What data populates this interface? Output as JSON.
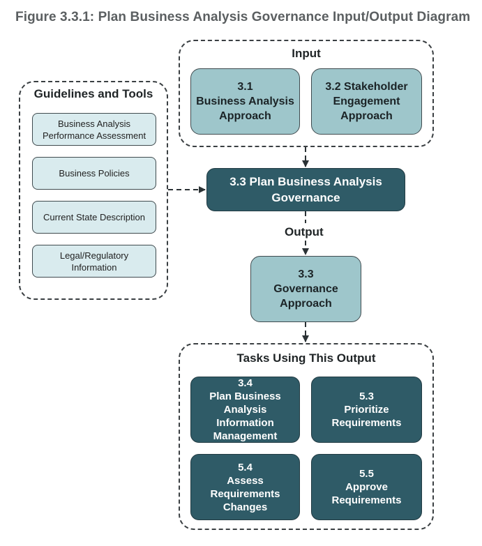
{
  "figure_title": "Figure 3.3.1: Plan Business Analysis Governance Input/Output Diagram",
  "input_group": {
    "title": "Input",
    "items": [
      "3.1\nBusiness Analysis\nApproach",
      "3.2 Stakeholder\nEngagement\nApproach"
    ]
  },
  "guidelines_group": {
    "title": "Guidelines and Tools",
    "items": [
      "Business Analysis\nPerformance Assessment",
      "Business Policies",
      "Current State Description",
      "Legal/Regulatory\nInformation"
    ]
  },
  "main_task": "3.3 Plan Business Analysis\nGovernance",
  "output_label": "Output",
  "output_item": "3.3\nGovernance\nApproach",
  "tasks_group": {
    "title": "Tasks Using This Output",
    "items": [
      "3.4\nPlan Business\nAnalysis\nInformation\nManagement",
      "5.3\nPrioritize\nRequirements",
      "5.4\nAssess\nRequirements\nChanges",
      "5.5\nApprove\nRequirements"
    ]
  },
  "colors": {
    "dark_task": "#2f5b67",
    "input_output_fill": "#9ec6cb",
    "guideline_fill": "#d9ebee"
  }
}
